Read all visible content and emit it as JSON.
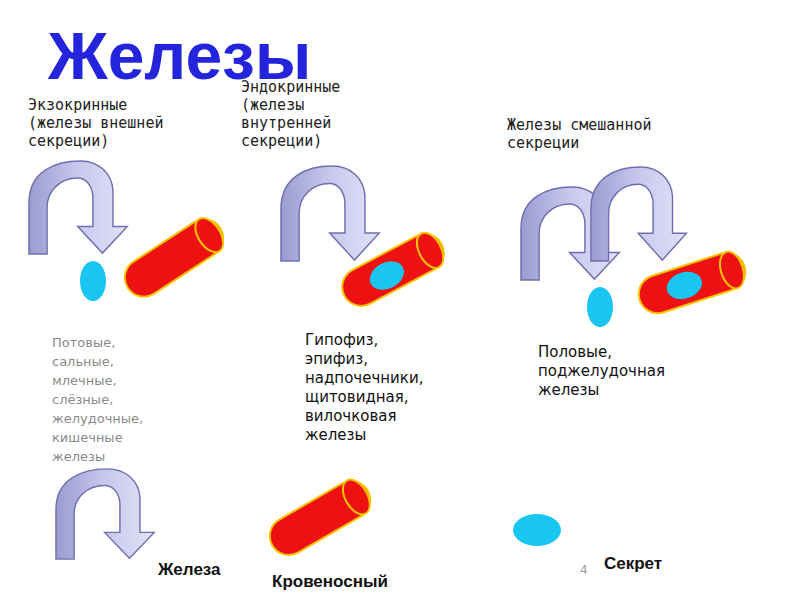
{
  "diagram": {
    "title": "Железы",
    "labels": [
      "Экзокринные (железы внешней секреции)",
      "Эндокринные (железы внутренней секреции)",
      "Железы смешанной секреции",
      "Потовые, сальные, млечные, слёзные, желудочные, кишечные железы",
      "Гипофиз, эпифиз, надпочечники, щитовидная, вилочковая железы",
      "Половые, поджелудочная железы",
      "4"
    ],
    "legend": [
      {
        "text": "Железа"
      },
      {
        "text": "Кровеносный"
      },
      {
        "text": "Секрет"
      }
    ]
  }
}
